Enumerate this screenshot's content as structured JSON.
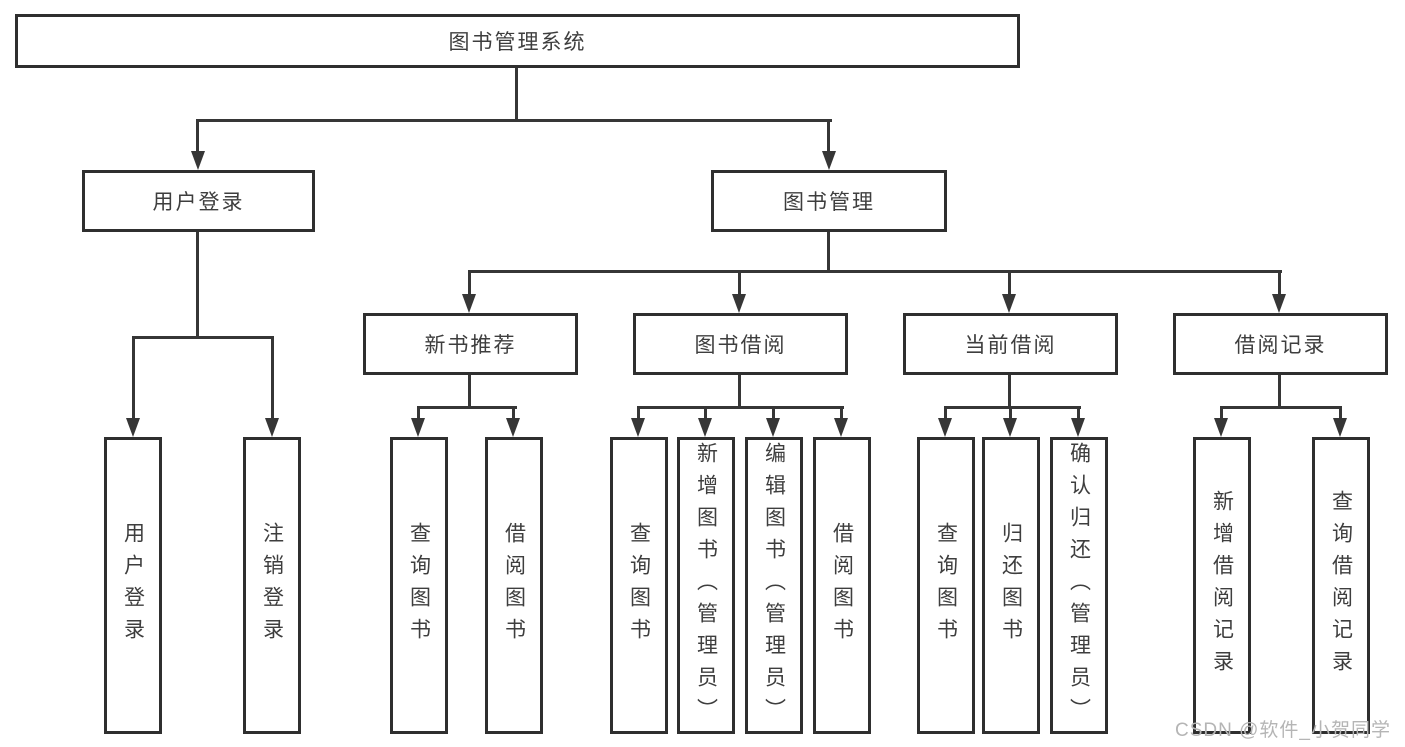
{
  "root": {
    "label": "图书管理系统"
  },
  "branches": {
    "user_login": {
      "label": "用户登录"
    },
    "book_management": {
      "label": "图书管理"
    }
  },
  "modules": {
    "new_book_recommend": {
      "label": "新书推荐"
    },
    "book_borrow": {
      "label": "图书借阅"
    },
    "current_borrow": {
      "label": "当前借阅"
    },
    "borrow_records": {
      "label": "借阅记录"
    }
  },
  "functions": {
    "user_login": "用户登录",
    "logout": "注销登录",
    "recommend_query_books": "查询图书",
    "recommend_borrow_books": "借阅图书",
    "borrow_query_books": "查询图书",
    "borrow_add_books_admin": "新增图书（管理员）",
    "borrow_edit_books_admin": "编辑图书（管理员）",
    "borrow_borrow_books": "借阅图书",
    "current_query_books": "查询图书",
    "current_return_books": "归还图书",
    "current_confirm_return_admin": "确认归还（管理员）",
    "records_add_record": "新增借阅记录",
    "records_query_record": "查询借阅记录"
  },
  "watermark": {
    "text": "CSDN @软件_小贺同学"
  },
  "colors": {
    "line": "#363636",
    "border": "#2f2f2f",
    "text": "#3e3e3e",
    "background": "#ffffff",
    "watermark": "#b5b5b5"
  }
}
